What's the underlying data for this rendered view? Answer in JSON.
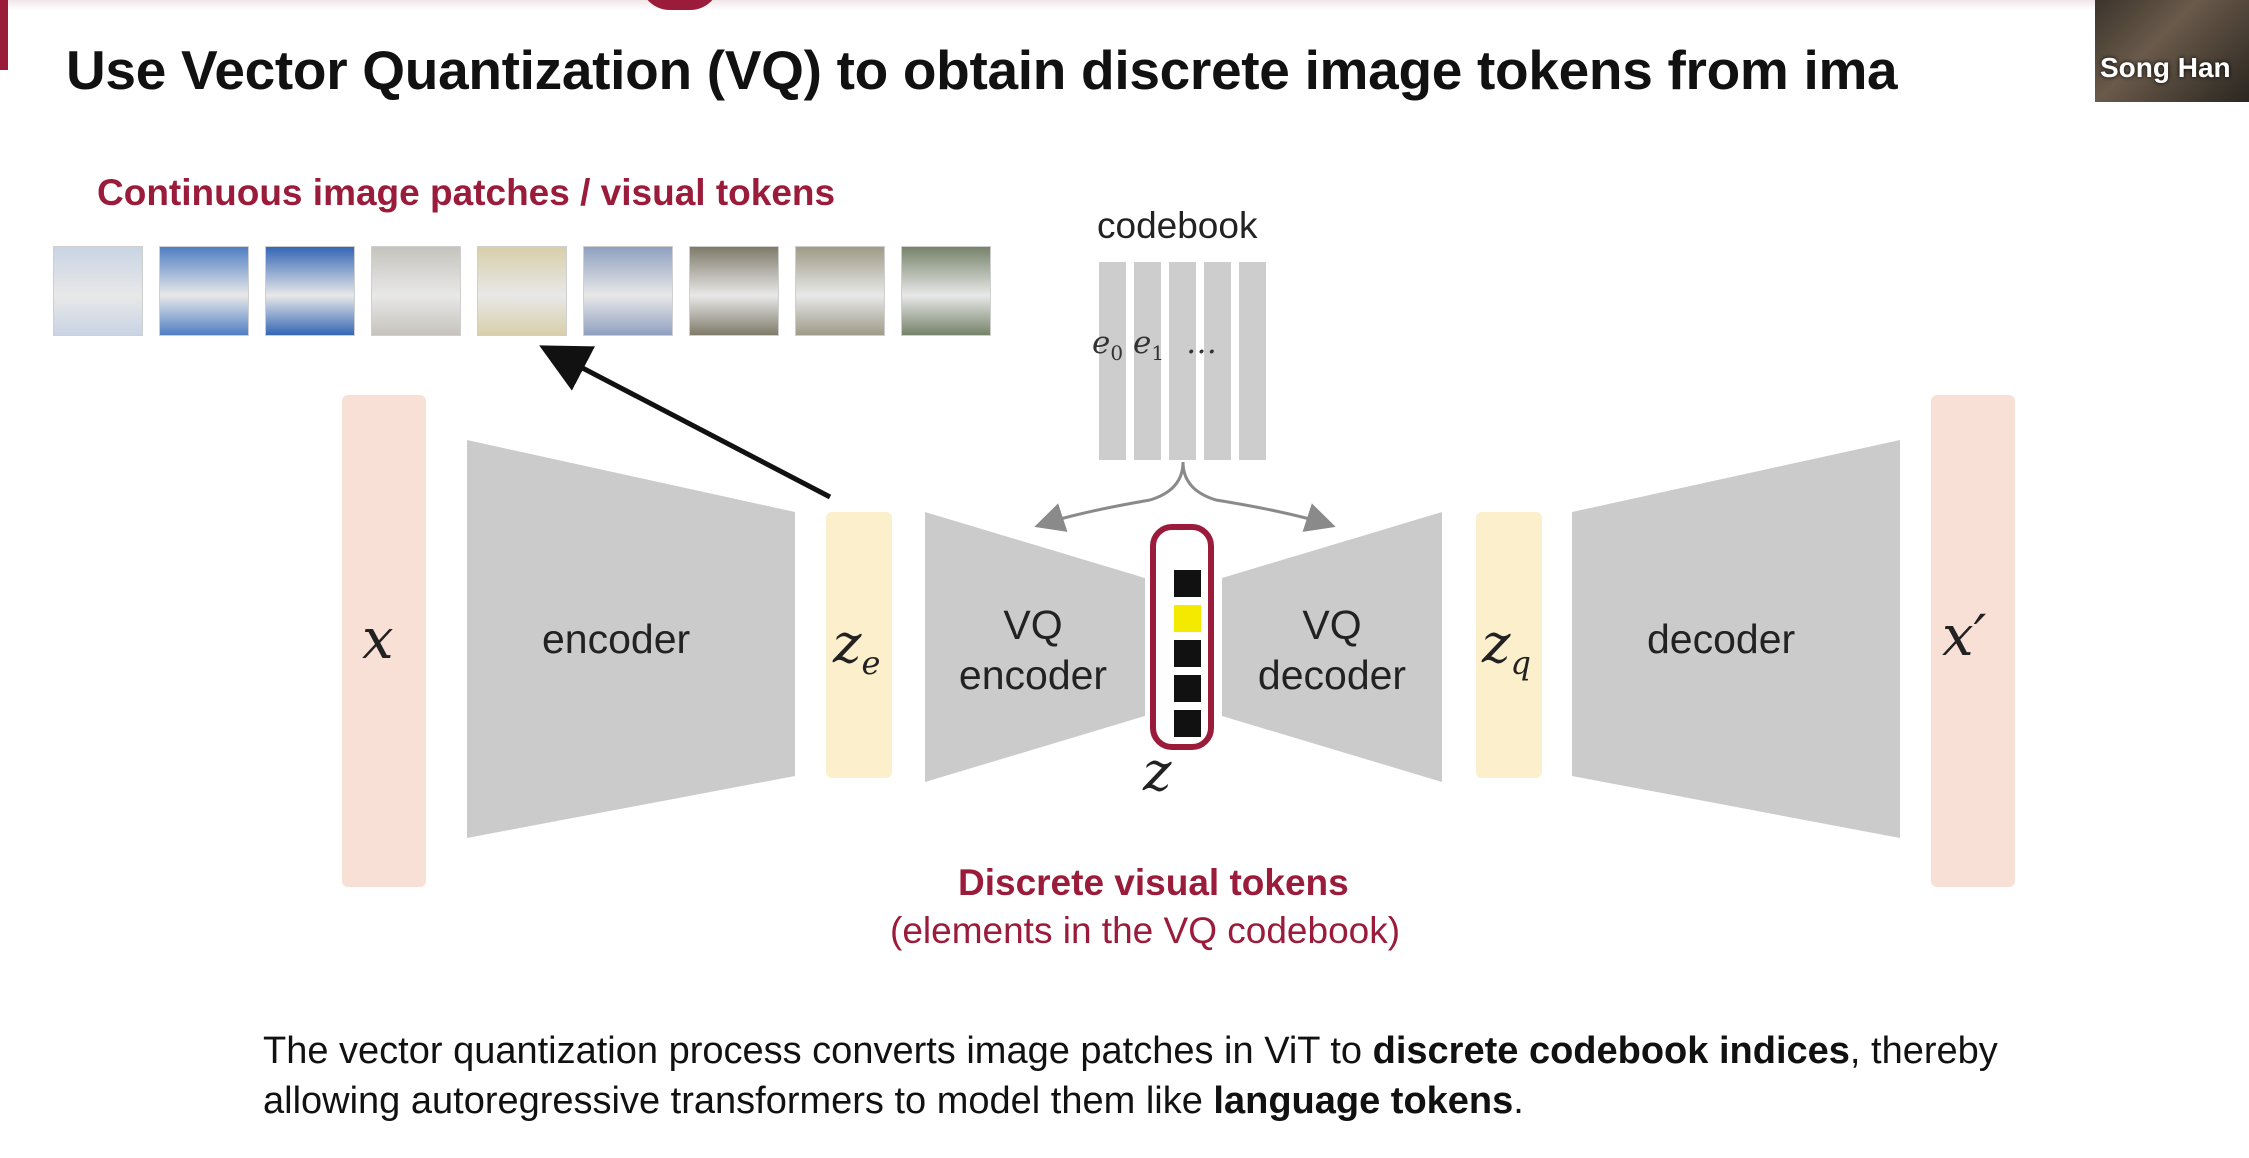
{
  "slide": {
    "title": "Use Vector Quantization (VQ) to obtain discrete image tokens from ima",
    "presenter_name": "Song Han"
  },
  "patches": {
    "label": "Continuous image patches / visual tokens",
    "colors": [
      "#c9d4e4",
      "#4f7fc4",
      "#3566b6",
      "#c6c3bd",
      "#d8cfa9",
      "#8fa0c0",
      "#7f7b6a",
      "#9e9b88",
      "#76836a"
    ]
  },
  "codebook": {
    "label": "codebook",
    "entries": [
      "e",
      "e",
      "…"
    ],
    "entry_subscripts": [
      "0",
      "1",
      ""
    ]
  },
  "blocks": {
    "x": "x",
    "encoder": "encoder",
    "z_e": "z",
    "z_e_sub": "e",
    "vq_encoder_line1": "VQ",
    "vq_encoder_line2": "encoder",
    "z": "z",
    "vq_decoder_line1": "VQ",
    "vq_decoder_line2": "decoder",
    "z_q": "z",
    "z_q_sub": "q",
    "decoder": "decoder",
    "x_prime": "x′"
  },
  "discrete_tokens": {
    "line1": "Discrete visual tokens",
    "line2": "(elements in the VQ codebook)",
    "token_colors": [
      "#111111",
      "#f3ea00",
      "#111111",
      "#111111",
      "#111111"
    ]
  },
  "caption": {
    "part1": "The vector quantization process converts image patches in ViT to ",
    "bold1": "discrete codebook indices",
    "part2": ", thereby",
    "part3": "allowing autoregressive transformers to model them like ",
    "bold2": "language tokens",
    "part4": "."
  },
  "colors": {
    "accent": "#9b1b3a",
    "x_bar": "#f9e0d6",
    "z_bar": "#fcefcc",
    "block_gray": "#cbcbcb"
  }
}
